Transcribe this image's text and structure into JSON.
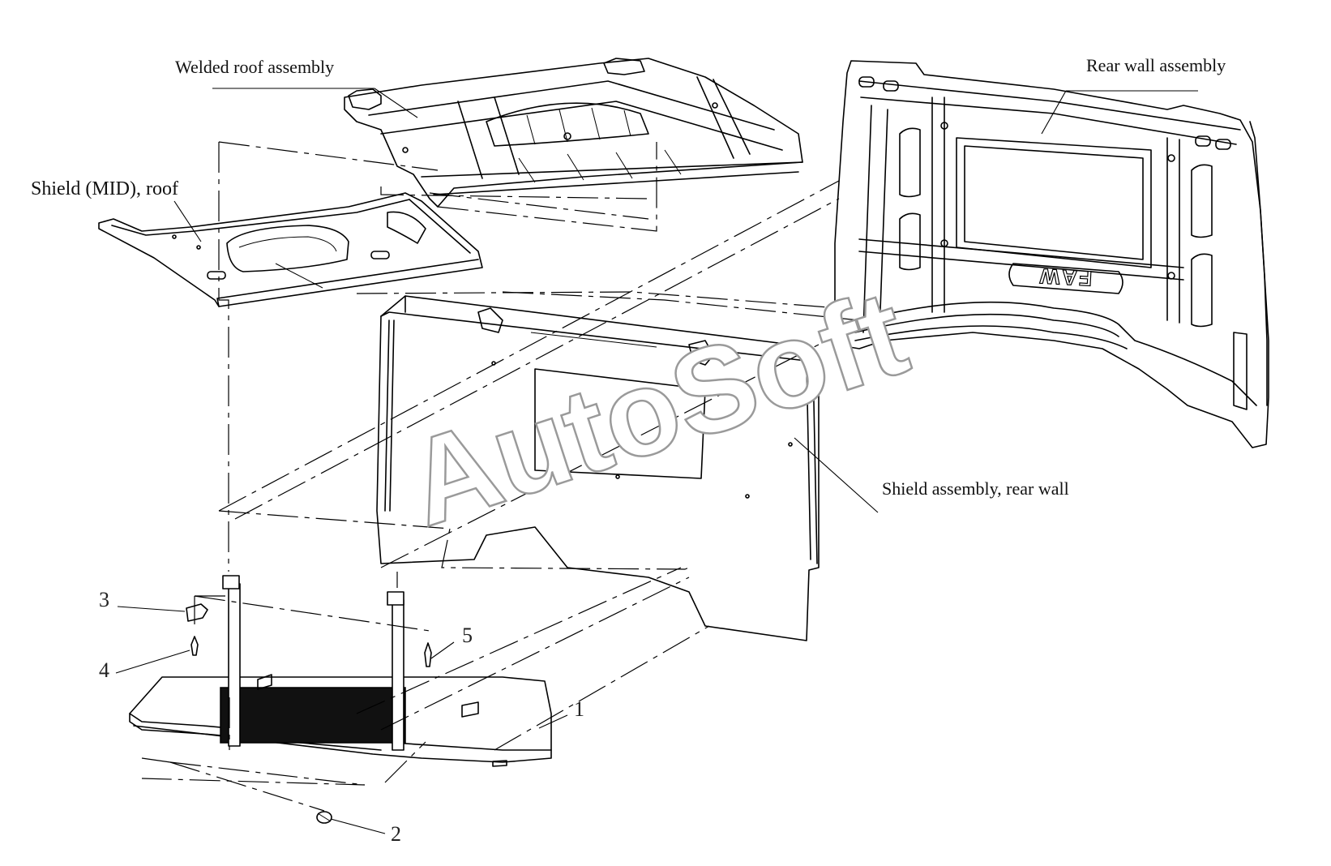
{
  "labels": {
    "welded_roof": "Welded roof assembly",
    "rear_wall": "Rear wall assembly",
    "shield_mid_roof": "Shield (MID), roof",
    "shield_rear_wall": "Shield assembly, rear wall"
  },
  "callouts": {
    "c1": "1",
    "c2": "2",
    "c3": "3",
    "c4": "4",
    "c5": "5"
  },
  "rear_wall_badge": "FAW",
  "watermark": "AutoSoft"
}
